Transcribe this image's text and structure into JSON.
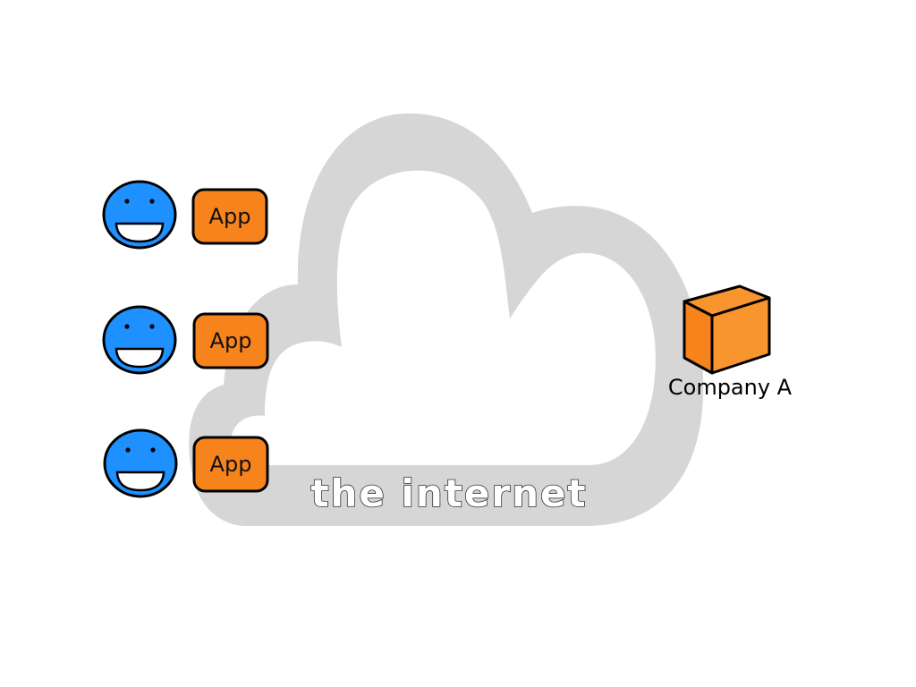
{
  "cloud": {
    "label": "the internet",
    "color": "#d6d6d6"
  },
  "users": [
    {
      "app_label": "App"
    },
    {
      "app_label": "App"
    },
    {
      "app_label": "App"
    }
  ],
  "company": {
    "label": "Company A"
  },
  "colors": {
    "face": "#1e90ff",
    "app_box": "#f7831c",
    "box_front": "#f7831c",
    "box_top": "#f9952f",
    "box_side": "#f9952f",
    "outline": "#000000"
  }
}
